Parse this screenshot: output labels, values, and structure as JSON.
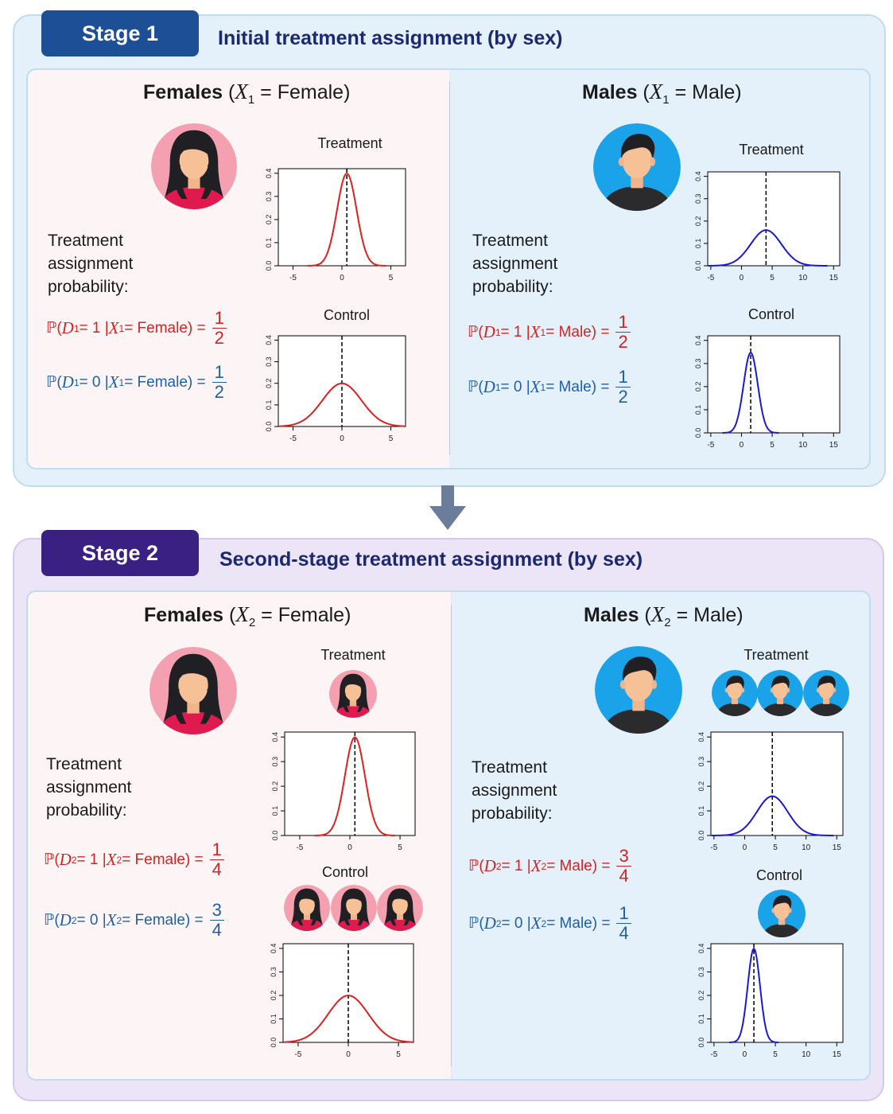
{
  "stage1": {
    "badge": "Stage 1",
    "title": "Initial treatment assignment (by sex)",
    "females": {
      "head_word": "Females",
      "head_var": "X",
      "head_sub": "1",
      "head_eq": "=",
      "head_val": "Female)",
      "prob_label": "Treatment assignment probability:",
      "f1": {
        "lhs": "ℙ(",
        "d": "D",
        "dsub": "1",
        "dval": " = 1 | ",
        "x": "X",
        "xsub": "1",
        "xval": " = Female) =",
        "num": "1",
        "den": "2"
      },
      "f0": {
        "lhs": "ℙ(",
        "d": "D",
        "dsub": "1",
        "dval": " = 0 | ",
        "x": "X",
        "xsub": "1",
        "xval": " = Female) =",
        "num": "1",
        "den": "2"
      },
      "treatment_title": "Treatment",
      "control_title": "Control"
    },
    "males": {
      "head_word": "Males",
      "head_var": "X",
      "head_sub": "1",
      "head_eq": "=",
      "head_val": "Male)",
      "prob_label": "Treatment assignment probability:",
      "f1": {
        "lhs": "ℙ(",
        "d": "D",
        "dsub": "1",
        "dval": " = 1 | ",
        "x": "X",
        "xsub": "1",
        "xval": " = Male) =",
        "num": "1",
        "den": "2"
      },
      "f0": {
        "lhs": "ℙ(",
        "d": "D",
        "dsub": "1",
        "dval": " = 0 | ",
        "x": "X",
        "xsub": "1",
        "xval": " = Male) =",
        "num": "1",
        "den": "2"
      },
      "treatment_title": "Treatment",
      "control_title": "Control"
    }
  },
  "stage2": {
    "badge": "Stage 2",
    "title": "Second-stage treatment assignment (by sex)",
    "females": {
      "head_word": "Females",
      "head_var": "X",
      "head_sub": "2",
      "head_eq": "=",
      "head_val": "Female)",
      "prob_label": "Treatment assignment probability:",
      "f1": {
        "lhs": "ℙ(",
        "d": "D",
        "dsub": "2",
        "dval": " = 1 | ",
        "x": "X",
        "xsub": "2",
        "xval": " = Female) =",
        "num": "1",
        "den": "4"
      },
      "f0": {
        "lhs": "ℙ(",
        "d": "D",
        "dsub": "2",
        "dval": " = 0 | ",
        "x": "X",
        "xsub": "2",
        "xval": " = Female) =",
        "num": "3",
        "den": "4"
      },
      "treatment_title": "Treatment",
      "control_title": "Control"
    },
    "males": {
      "head_word": "Males",
      "head_var": "X",
      "head_sub": "2",
      "head_eq": "=",
      "head_val": "Male)",
      "prob_label": "Treatment assignment probability:",
      "f1": {
        "lhs": "ℙ(",
        "d": "D",
        "dsub": "2",
        "dval": " = 1 | ",
        "x": "X",
        "xsub": "2",
        "xval": " = Male) =",
        "num": "3",
        "den": "4"
      },
      "f0": {
        "lhs": "ℙ(",
        "d": "D",
        "dsub": "2",
        "dval": " = 0 | ",
        "x": "X",
        "xsub": "2",
        "xval": " = Male) =",
        "num": "1",
        "den": "4"
      },
      "treatment_title": "Treatment",
      "control_title": "Control"
    }
  },
  "colors": {
    "female_curve": "#e02020",
    "male_curve": "#1a1ad6",
    "female_avatar": "#e8174f",
    "male_avatar": "#1aa3e8"
  },
  "chart_data": [
    {
      "id": "s1-f-treat",
      "type": "line",
      "title": "Treatment",
      "color": "#e02020",
      "mean": 0.5,
      "sd": 1,
      "xlim": [
        -6.5,
        6.5
      ],
      "xticks": [
        -5,
        0,
        5
      ],
      "ylim": [
        0,
        0.42
      ],
      "yticks": [
        "0.0",
        "0.1",
        "0.2",
        "0.3",
        "0.4"
      ],
      "vline_x": 0.5
    },
    {
      "id": "s1-f-ctrl",
      "type": "line",
      "title": "Control",
      "color": "#e02020",
      "mean": 0,
      "sd": 2,
      "xlim": [
        -6.5,
        6.5
      ],
      "xticks": [
        -5,
        0,
        5
      ],
      "ylim": [
        0,
        0.42
      ],
      "yticks": [
        "0.0",
        "0.1",
        "0.2",
        "0.3",
        "0.4"
      ],
      "vline_x": 0
    },
    {
      "id": "s1-m-treat",
      "type": "line",
      "title": "Treatment",
      "color": "#1a1ad6",
      "mean": 4,
      "sd": 2.5,
      "xlim": [
        -5.5,
        16
      ],
      "xticks": [
        -5,
        0,
        5,
        10,
        15
      ],
      "ylim": [
        0,
        0.42
      ],
      "yticks": [
        "0.0",
        "0.1",
        "0.2",
        "0.3",
        "0.4"
      ],
      "vline_x": 4
    },
    {
      "id": "s1-m-ctrl",
      "type": "line",
      "title": "Control",
      "color": "#1a1ad6",
      "mean": 1.5,
      "sd": 1.15,
      "xlim": [
        -5.5,
        16
      ],
      "xticks": [
        -5,
        0,
        5,
        10,
        15
      ],
      "ylim": [
        0,
        0.42
      ],
      "yticks": [
        "0.0",
        "0.1",
        "0.2",
        "0.3",
        "0.4"
      ],
      "vline_x": 1.5
    },
    {
      "id": "s2-f-treat",
      "type": "line",
      "title": "Treatment",
      "color": "#e02020",
      "mean": 0.5,
      "sd": 1,
      "xlim": [
        -6.5,
        6.5
      ],
      "xticks": [
        -5,
        0,
        5
      ],
      "ylim": [
        0,
        0.42
      ],
      "yticks": [
        "0.0",
        "0.1",
        "0.2",
        "0.3",
        "0.4"
      ],
      "vline_x": 0.5
    },
    {
      "id": "s2-f-ctrl",
      "type": "line",
      "title": "Control",
      "color": "#e02020",
      "mean": 0,
      "sd": 2,
      "xlim": [
        -6.5,
        6.5
      ],
      "xticks": [
        -5,
        0,
        5
      ],
      "ylim": [
        0,
        0.42
      ],
      "yticks": [
        "0.0",
        "0.1",
        "0.2",
        "0.3",
        "0.4"
      ],
      "vline_x": 0
    },
    {
      "id": "s2-m-treat",
      "type": "line",
      "title": "Treatment",
      "color": "#1a1ad6",
      "mean": 4.5,
      "sd": 2.5,
      "xlim": [
        -5.5,
        16
      ],
      "xticks": [
        -5,
        0,
        5,
        10,
        15
      ],
      "ylim": [
        0,
        0.42
      ],
      "yticks": [
        "0.0",
        "0.1",
        "0.2",
        "0.3",
        "0.4"
      ],
      "vline_x": 4.5
    },
    {
      "id": "s2-m-ctrl",
      "type": "line",
      "title": "Control",
      "color": "#1a1ad6",
      "mean": 1.5,
      "sd": 1,
      "xlim": [
        -5.5,
        16
      ],
      "xticks": [
        -5,
        0,
        5,
        10,
        15
      ],
      "ylim": [
        0,
        0.42
      ],
      "yticks": [
        "0.0",
        "0.1",
        "0.2",
        "0.3",
        "0.4"
      ],
      "vline_x": 1.5
    }
  ]
}
